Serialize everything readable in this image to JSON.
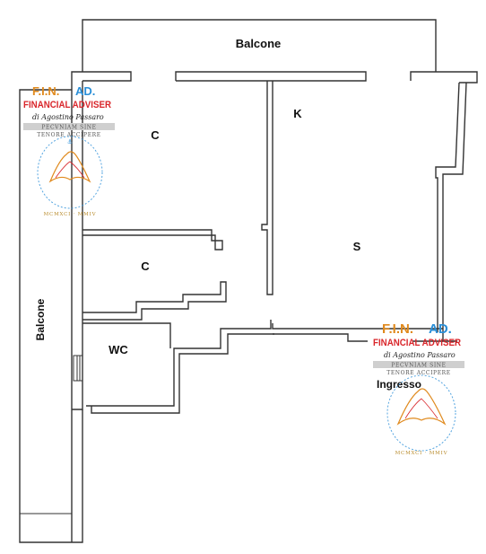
{
  "rooms": {
    "balcone_top": "Balcone",
    "balcone_left": "Balcone",
    "kitchen": "K",
    "living": "S",
    "bedroom_1": "C",
    "bedroom_2": "C",
    "bathroom": "WC",
    "entrance": "Ingresso"
  },
  "watermark": {
    "fin": "F.I.N.",
    "ad": "AD.",
    "line1": "FINANCIAL ADVISER",
    "signature": "di Agostino Passaro",
    "motto_1": "PECVNIAM SINE",
    "motto_2": "TENORE ACCIPERE",
    "year": "MCMXCI · MMIV"
  },
  "colors": {
    "wall": "#333333",
    "watermark_red": "#d9262b",
    "watermark_blue": "#2a8fd8",
    "watermark_orange": "#e08a1e",
    "watermark_gold": "#b88a2a"
  }
}
